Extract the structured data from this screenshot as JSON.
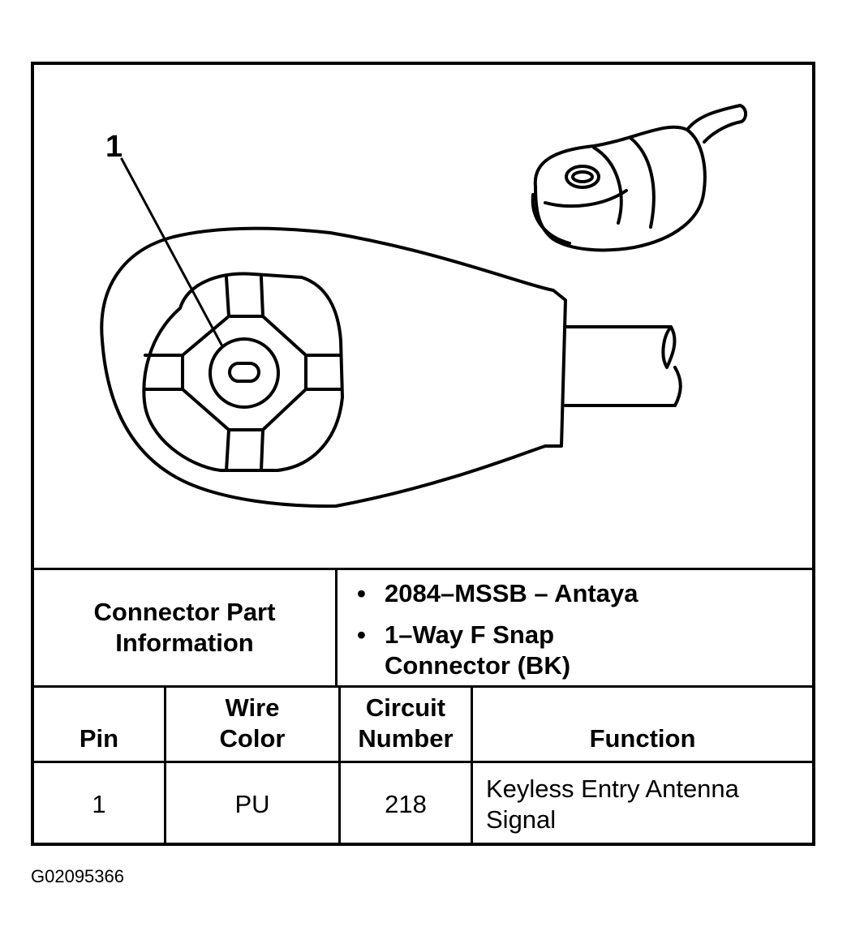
{
  "callout_label": "1",
  "connector_info": {
    "label": "Connector Part Information",
    "bullets": [
      "2084–MSSB – Antaya",
      "1–Way F Snap Connector (BK)"
    ]
  },
  "table": {
    "headers": [
      "Pin",
      "Wire Color",
      "Circuit Number",
      "Function"
    ],
    "rows": [
      {
        "pin": "1",
        "wire_color": "PU",
        "circuit": "218",
        "function": "Keyless Entry Antenna Signal"
      }
    ]
  },
  "figure_code": "G02095366"
}
